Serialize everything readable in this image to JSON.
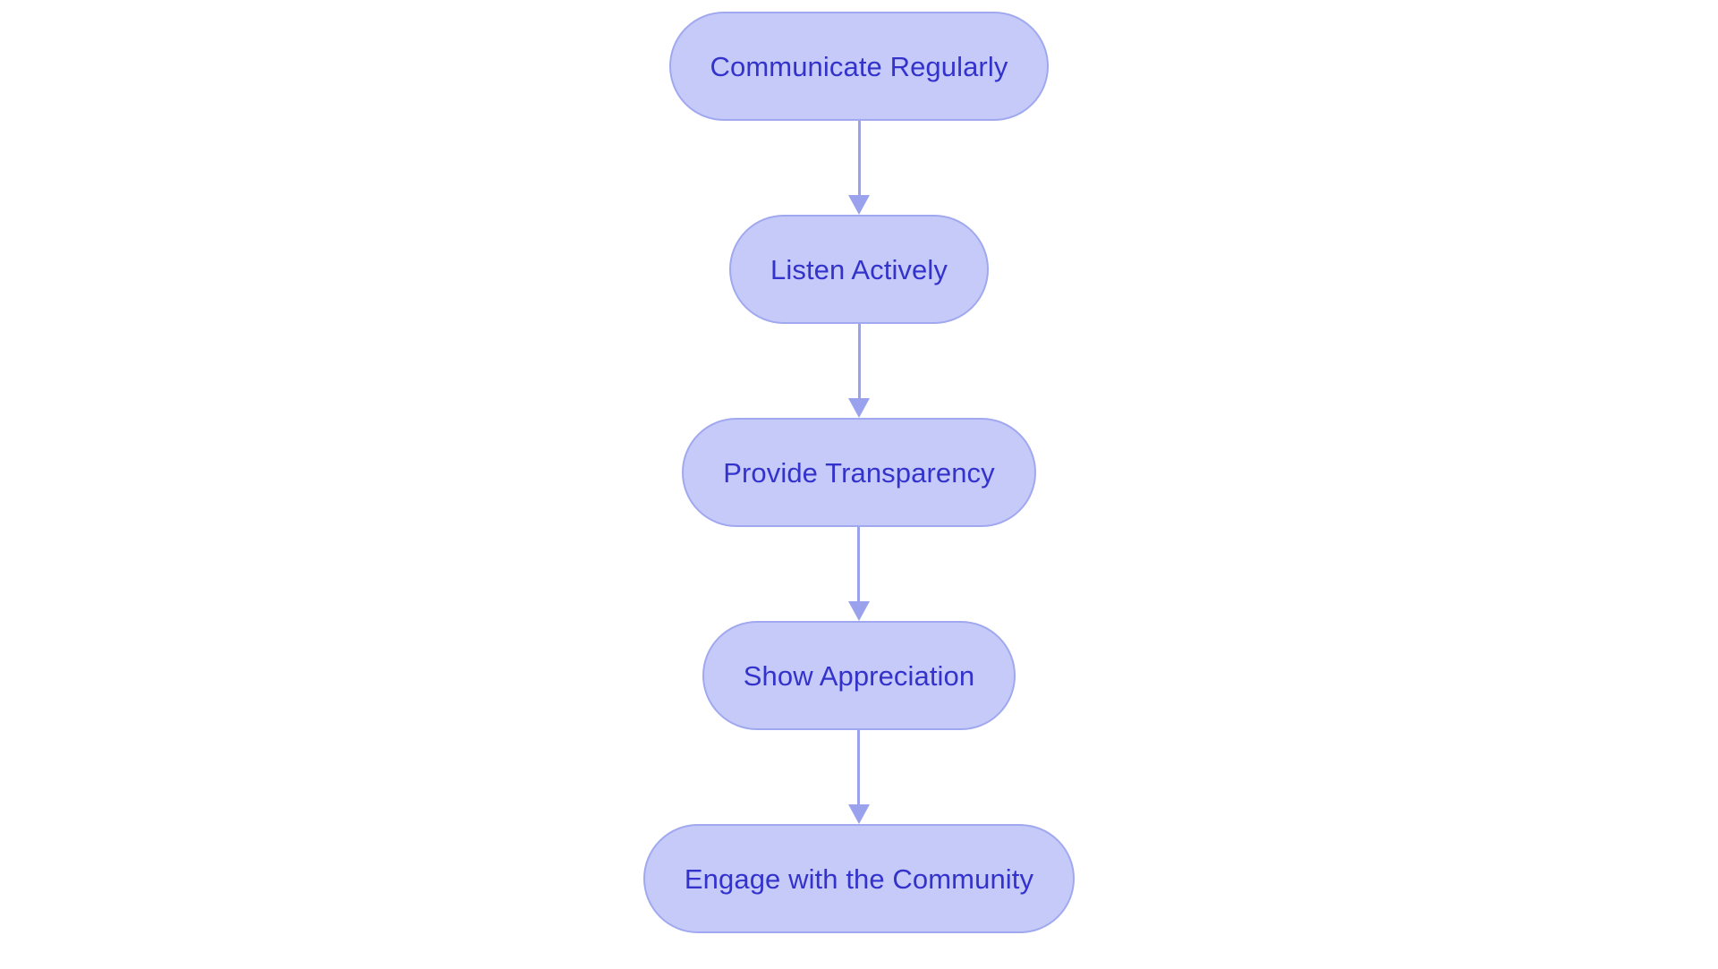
{
  "diagram": {
    "type": "flowchart",
    "orientation": "vertical-top-to-bottom",
    "background_color": "#ffffff",
    "node_fill_color": "#c6caf9",
    "node_border_color": "#a0a8ef",
    "node_text_color": "#3333cc",
    "connector_color": "#9aa2ee",
    "nodes": [
      {
        "id": "node-1",
        "label": "Communicate Regularly"
      },
      {
        "id": "node-2",
        "label": "Listen Actively"
      },
      {
        "id": "node-3",
        "label": "Provide Transparency"
      },
      {
        "id": "node-4",
        "label": "Show Appreciation"
      },
      {
        "id": "node-5",
        "label": "Engage with the Community"
      }
    ],
    "connectors": [
      {
        "id": "arrow-1",
        "from": "node-1",
        "to": "node-2",
        "icon": "arrow-down-icon"
      },
      {
        "id": "arrow-2",
        "from": "node-2",
        "to": "node-3",
        "icon": "arrow-down-icon"
      },
      {
        "id": "arrow-3",
        "from": "node-3",
        "to": "node-4",
        "icon": "arrow-down-icon"
      },
      {
        "id": "arrow-4",
        "from": "node-4",
        "to": "node-5",
        "icon": "arrow-down-icon"
      }
    ]
  }
}
